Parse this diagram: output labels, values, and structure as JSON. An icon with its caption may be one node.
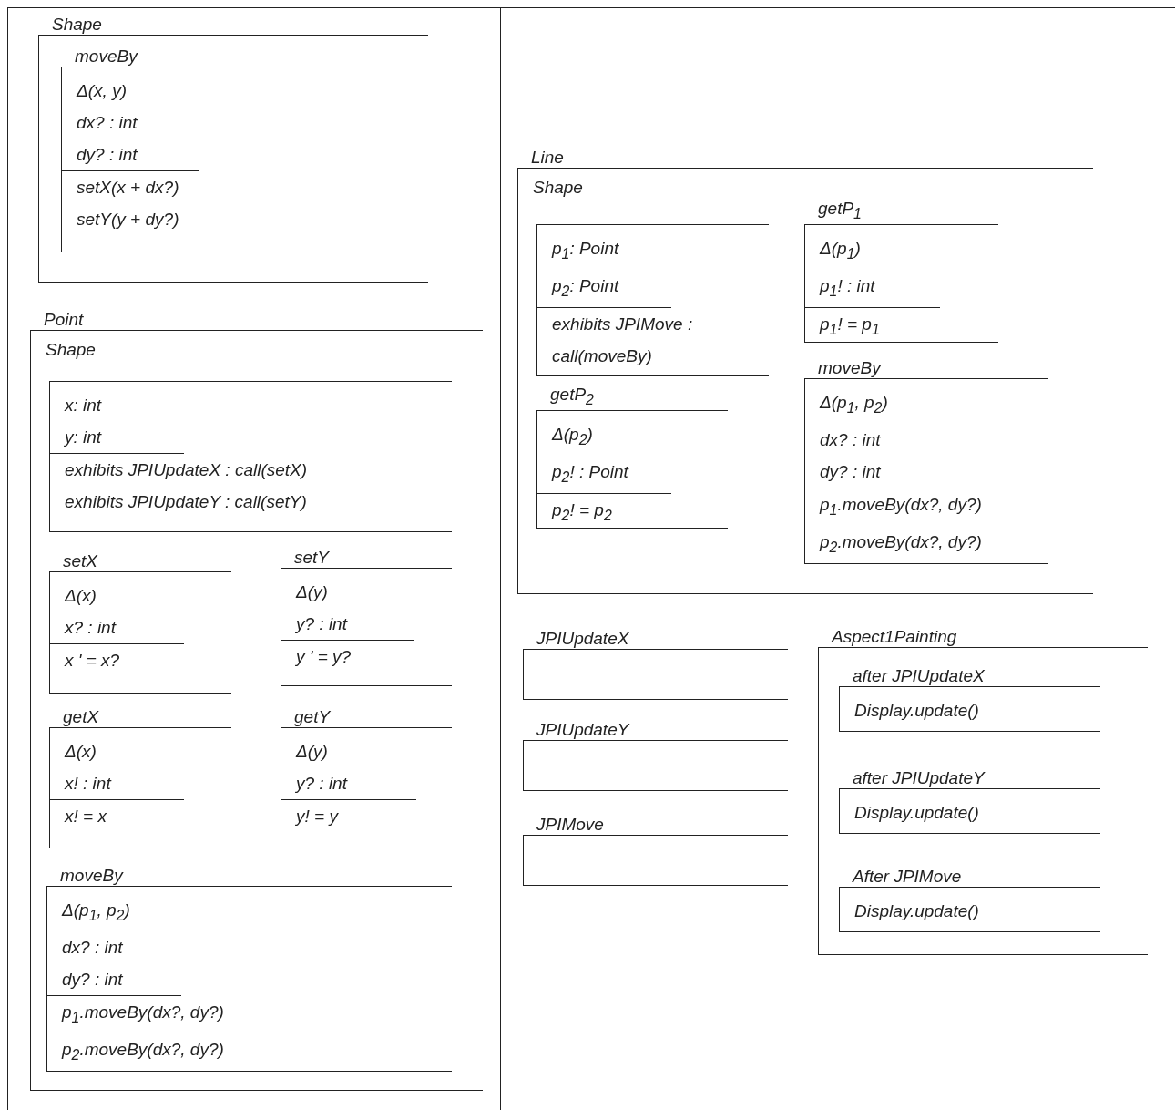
{
  "diagram": {
    "nodes": [
      {
        "text": [
          "Shape"
        ]
      },
      {
        "text": [
          "moveBy",
          "Δ(x, y)",
          "dx? : int",
          "dy? : int",
          "setX(x + dx?)",
          "setY(y + dy?)"
        ],
        "in": 0
      },
      {
        "text": [
          "Point",
          "Shape"
        ]
      },
      {
        "text": [
          "x: int",
          "y: int",
          "exhibits JPIUpdateX : call(setX)",
          "exhibits JPIUpdateY : call(setY)"
        ],
        "in": 2
      },
      {
        "text": [
          "setX",
          "Δ(x)",
          "x? : int",
          "x ' = x?"
        ],
        "in": 2
      },
      {
        "text": [
          "setY",
          "Δ(y)",
          "y? : int",
          "y ' = y?"
        ],
        "in": 2
      },
      {
        "text": [
          "getX",
          "Δ(x)",
          "x! : int",
          "x! = x"
        ],
        "in": 2
      },
      {
        "text": [
          "getY",
          "Δ(y)",
          "y? : int",
          "y! = y"
        ],
        "in": 2
      },
      {
        "text": [
          "moveBy",
          "Δ(p$_{1}$, p$_{2}$)",
          "dx? : int",
          "dy? : int",
          "p$_{1}$.moveBy(dx?, dy?)",
          "p$_{2}$.moveBy(dx?, dy?)"
        ],
        "in": 2
      },
      {
        "text": [
          "Line",
          "Shape"
        ]
      },
      {
        "text": [
          "p$_{1}$: Point",
          "p$_{2}$: Point",
          "exhibits JPIMove : call(moveBy)"
        ],
        "in": 9
      },
      {
        "text": [
          "getP$_{1}$",
          "Δ(p$_{1}$)",
          "p$_{1}$! : int",
          "p$_{1}$! = p$_{1}$"
        ],
        "in": 9
      },
      {
        "text": [
          "getP$_{2}$",
          "Δ(p$_{2}$)",
          "p$_{2}$! : Point",
          "p$_{2}$! = p$_{2}$"
        ],
        "in": 9
      },
      {
        "text": [
          "moveBy",
          "Δ(p$_{1}$, p$_{2}$)",
          "dx? : int",
          "dy? : int",
          "p$_{1}$.moveBy(dx?, dy?)",
          "p$_{2}$.moveBy(dx?, dy?)"
        ],
        "in": 9
      },
      {
        "text": [
          "JPIUpdateX"
        ]
      },
      {
        "text": [
          "JPIUpdateY"
        ]
      },
      {
        "text": [
          "JPIMove"
        ]
      },
      {
        "text": [
          "Aspect1Painting"
        ]
      },
      {
        "text": [
          "after JPIUpdateX",
          "Display.update()"
        ],
        "in": 17
      },
      {
        "text": [
          "after JPIUpdateY",
          "Display.update()"
        ],
        "in": 17
      },
      {
        "text": [
          "After JPIMove",
          "Display.update()"
        ],
        "in": 17
      }
    ]
  }
}
